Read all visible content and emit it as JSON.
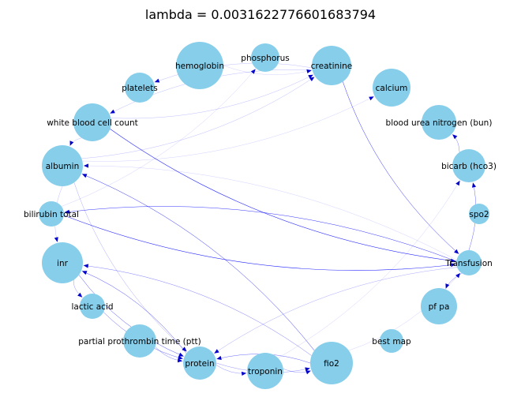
{
  "title": "lambda = 0.0031622776601683794",
  "colors": {
    "node": "#87ceeb",
    "edge": "#0000ff",
    "arrow": "#0000cc",
    "background": "#ffffff"
  },
  "nodes": [
    {
      "id": "hemoglobin",
      "label": "hemoglobin"
    },
    {
      "id": "phosphorus",
      "label": "phosphorus"
    },
    {
      "id": "creatinine",
      "label": "creatinine"
    },
    {
      "id": "calcium",
      "label": "calcium"
    },
    {
      "id": "platelets",
      "label": "platelets"
    },
    {
      "id": "wbc",
      "label": "white blood cell count"
    },
    {
      "id": "bun",
      "label": "blood urea nitrogen (bun)"
    },
    {
      "id": "albumin",
      "label": "albumin"
    },
    {
      "id": "bicarb",
      "label": "bicarb (hco3)"
    },
    {
      "id": "bilirubin",
      "label": "bilirubin total"
    },
    {
      "id": "spo2",
      "label": "spo2"
    },
    {
      "id": "inr",
      "label": "inr"
    },
    {
      "id": "transfusion",
      "label": "Transfusion"
    },
    {
      "id": "lactic",
      "label": "lactic acid"
    },
    {
      "id": "pfpa",
      "label": "pf pa"
    },
    {
      "id": "ptt",
      "label": "partial prothrombin time (ptt)"
    },
    {
      "id": "bestmap",
      "label": "best map"
    },
    {
      "id": "protein",
      "label": "protein"
    },
    {
      "id": "troponin",
      "label": "troponin"
    },
    {
      "id": "fio2",
      "label": "fio2"
    }
  ],
  "edges": [
    {
      "from": "wbc",
      "to": "transfusion",
      "weight": 0.6
    },
    {
      "from": "bilirubin",
      "to": "transfusion",
      "weight": 0.6
    },
    {
      "from": "transfusion",
      "to": "bilirubin",
      "weight": 0.5
    },
    {
      "from": "fio2",
      "to": "albumin",
      "weight": 0.5
    },
    {
      "from": "creatinine",
      "to": "transfusion",
      "weight": 0.5
    },
    {
      "from": "transfusion",
      "to": "bicarb",
      "weight": 0.4
    },
    {
      "from": "transfusion",
      "to": "pfpa",
      "weight": 0.35
    },
    {
      "from": "transfusion",
      "to": "protein",
      "weight": 0.25
    },
    {
      "from": "bicarb",
      "to": "bun",
      "weight": 0.35
    },
    {
      "from": "inr",
      "to": "protein",
      "weight": 0.45
    },
    {
      "from": "protein",
      "to": "inr",
      "weight": 0.45
    },
    {
      "from": "fio2",
      "to": "inr",
      "weight": 0.35
    },
    {
      "from": "fio2",
      "to": "protein",
      "weight": 0.4
    },
    {
      "from": "protein",
      "to": "fio2",
      "weight": 0.3
    },
    {
      "from": "troponin",
      "to": "fio2",
      "weight": 0.3
    },
    {
      "from": "protein",
      "to": "troponin",
      "weight": 0.3
    },
    {
      "from": "lactic",
      "to": "protein",
      "weight": 0.4
    },
    {
      "from": "ptt",
      "to": "protein",
      "weight": 0.35
    },
    {
      "from": "albumin",
      "to": "inr",
      "weight": 0.2
    },
    {
      "from": "albumin",
      "to": "protein",
      "weight": 0.25
    },
    {
      "from": "inr",
      "to": "lactic",
      "weight": 0.3
    },
    {
      "from": "wbc",
      "to": "creatinine",
      "weight": 0.2
    },
    {
      "from": "albumin",
      "to": "creatinine",
      "weight": 0.2
    },
    {
      "from": "creatinine",
      "to": "platelets",
      "weight": 0.2
    },
    {
      "from": "creatinine",
      "to": "wbc",
      "weight": 0.2
    },
    {
      "from": "albumin",
      "to": "calcium",
      "weight": 0.15
    },
    {
      "from": "bilirubin",
      "to": "phosphorus",
      "weight": 0.15
    },
    {
      "from": "wbc",
      "to": "albumin",
      "weight": 0.2
    },
    {
      "from": "troponin",
      "to": "bicarb",
      "weight": 0.15
    },
    {
      "from": "fio2",
      "to": "transfusion",
      "weight": 0.15
    },
    {
      "from": "hemoglobin",
      "to": "creatinine",
      "weight": 0.15
    },
    {
      "from": "transfusion",
      "to": "albumin",
      "weight": 0.15
    }
  ]
}
